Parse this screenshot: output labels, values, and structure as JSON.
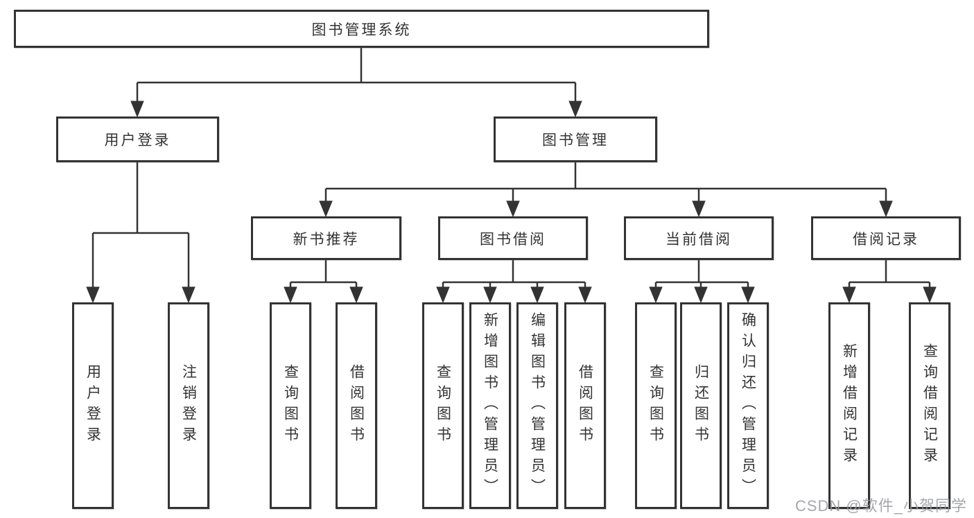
{
  "diagram": {
    "root": {
      "label": "图书管理系统"
    },
    "branches": [
      {
        "label": "用户登录",
        "children": [
          {
            "label": "用户登录"
          },
          {
            "label": "注销登录"
          }
        ]
      },
      {
        "label": "图书管理",
        "children": [
          {
            "label": "新书推荐",
            "children": [
              {
                "label": "查询图书"
              },
              {
                "label": "借阅图书"
              }
            ]
          },
          {
            "label": "图书借阅",
            "children": [
              {
                "label": "查询图书"
              },
              {
                "label": "新增图书（管理员）"
              },
              {
                "label": "编辑图书（管理员）"
              },
              {
                "label": "借阅图书"
              }
            ]
          },
          {
            "label": "当前借阅",
            "children": [
              {
                "label": "查询图书"
              },
              {
                "label": "归还图书"
              },
              {
                "label": "确认归还（管理员）"
              }
            ]
          },
          {
            "label": "借阅记录",
            "children": [
              {
                "label": "新增借阅记录"
              },
              {
                "label": "查询借阅记录"
              }
            ]
          }
        ]
      }
    ]
  },
  "colors": {
    "background": "#ffffff",
    "box_border": "#333333",
    "connector_line": "#333333",
    "text": "#333333",
    "watermark": "#96989c"
  },
  "watermark": {
    "text": "CSDN @软件_小贺同学"
  }
}
